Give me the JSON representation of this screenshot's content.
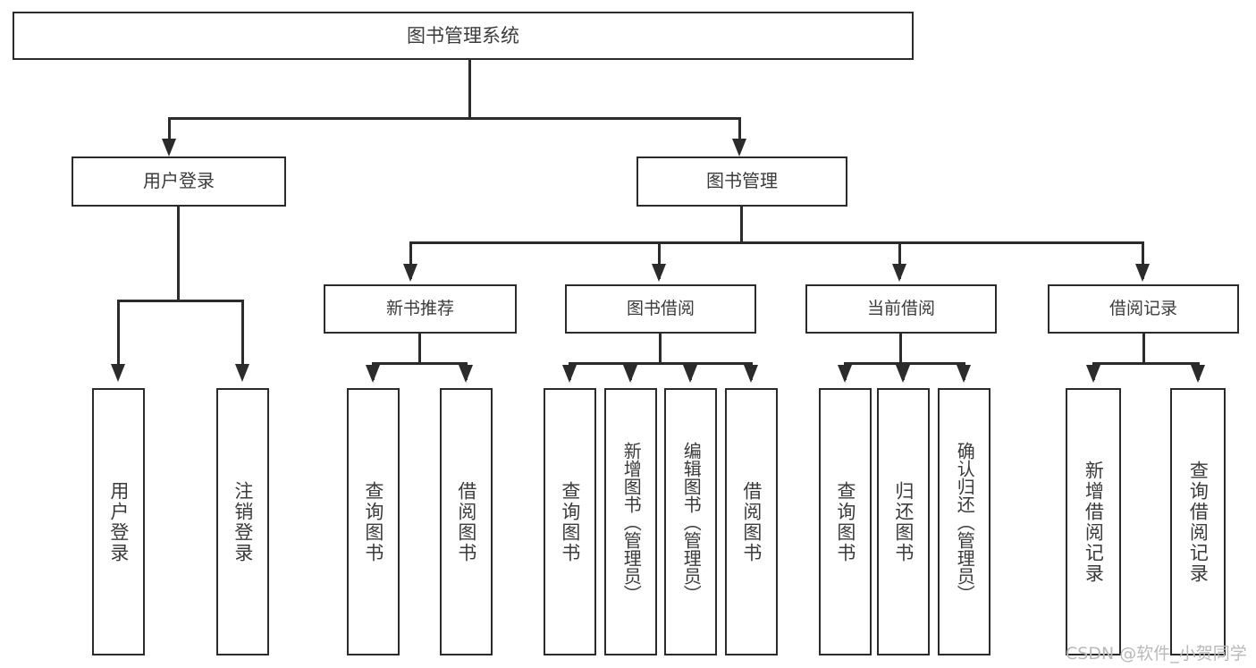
{
  "diagram": {
    "type": "tree",
    "title": "图书管理系统",
    "orientation": "top-down",
    "colors": {
      "box_border": "#2b2b2b",
      "box_fill": "#ffffff",
      "text": "#3b3b3b",
      "connector": "#2b2b2b",
      "watermark": "#b9b9b9"
    }
  },
  "root": {
    "label": "图书管理系统"
  },
  "level1": [
    {
      "id": "user-login",
      "label": "用户登录"
    },
    {
      "id": "book-manage",
      "label": "图书管理"
    }
  ],
  "level2": [
    {
      "id": "new-book-recommend",
      "label": "新书推荐"
    },
    {
      "id": "book-borrow",
      "label": "图书借阅"
    },
    {
      "id": "current-borrow",
      "label": "当前借阅"
    },
    {
      "id": "borrow-record",
      "label": "借阅记录"
    }
  ],
  "leaves": {
    "user_login": [
      {
        "id": "leaf-user-login",
        "label": "用户登录"
      },
      {
        "id": "leaf-logout-login",
        "label": "注销登录"
      }
    ],
    "new_book_recommend": [
      {
        "id": "leaf-query-book-1",
        "label": "查询图书"
      },
      {
        "id": "leaf-borrow-book-1",
        "label": "借阅图书"
      }
    ],
    "book_borrow": [
      {
        "id": "leaf-query-book-2",
        "label": "查询图书"
      },
      {
        "id": "leaf-add-book",
        "label": "新增图书（管理员）"
      },
      {
        "id": "leaf-edit-book",
        "label": "编辑图书（管理员）"
      },
      {
        "id": "leaf-borrow-book-2",
        "label": "借阅图书"
      }
    ],
    "current_borrow": [
      {
        "id": "leaf-query-book-3",
        "label": "查询图书"
      },
      {
        "id": "leaf-return-book",
        "label": "归还图书"
      },
      {
        "id": "leaf-confirm-return",
        "label": "确认归还（管理员）"
      }
    ],
    "borrow_record": [
      {
        "id": "leaf-add-borrow-record",
        "label": "新增借阅记录"
      },
      {
        "id": "leaf-query-borrow-record",
        "label": "查询借阅记录"
      }
    ]
  },
  "watermark": {
    "text": "CSDN @软件_小贺同学"
  }
}
